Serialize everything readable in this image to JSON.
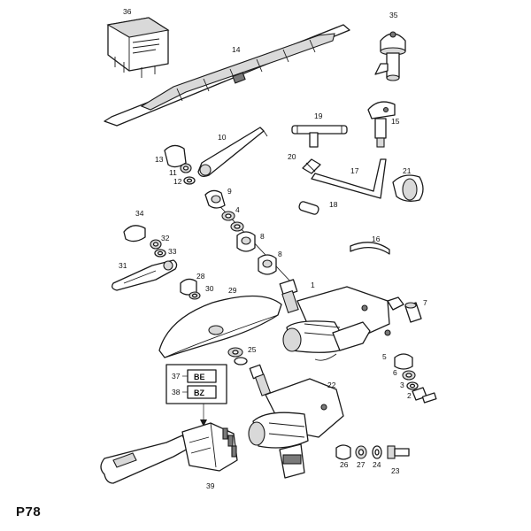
{
  "page_code": "P78",
  "callouts": {
    "c1": "1",
    "c2": "2",
    "c3": "3",
    "c4": "4",
    "c5": "5",
    "c6": "6",
    "c7": "7",
    "c8a": "8",
    "c8b": "8",
    "c9": "9",
    "c10": "10",
    "c11": "11",
    "c12": "12",
    "c13": "13",
    "c14": "14",
    "c15": "15",
    "c16": "16",
    "c17": "17",
    "c18": "18",
    "c19": "19",
    "c20": "20",
    "c21": "21",
    "c22": "22",
    "c23": "23",
    "c24": "24",
    "c25": "25",
    "c26": "26",
    "c27": "27",
    "c28": "28",
    "c29": "29",
    "c30": "30",
    "c31": "31",
    "c32": "32",
    "c33": "33",
    "c34": "34",
    "c35": "35",
    "c36": "36",
    "c37": "37",
    "c38": "38",
    "c39": "39"
  },
  "variant_box": {
    "row1": {
      "ref": "37",
      "code": "BE"
    },
    "row2": {
      "ref": "38",
      "code": "BZ"
    }
  }
}
